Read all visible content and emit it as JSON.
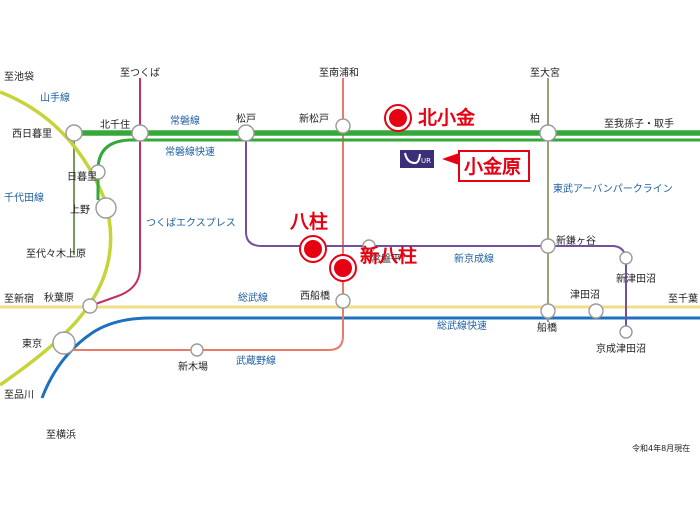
{
  "line_colors": {
    "yamanote": "#c6d43a",
    "joban": "#36a83a",
    "joban_rapid": "#36a83a",
    "tx": "#c03060",
    "musashino": "#e87a6a",
    "chiyoda": "#7a9a5a",
    "keisei": "#7050a0",
    "tobu": "#9aa07a",
    "sobu": "#f2de88",
    "sobu_rapid": "#1f6fc0",
    "highlight": "#e60012"
  },
  "directions": {
    "ikebukuro": "至池袋",
    "tsukuba": "至つくば",
    "minamiurawa": "至南浦和",
    "omiya": "至大宮",
    "abiko": "至我孫子・取手",
    "yoyogiuehara": "至代々木上原",
    "shinjuku": "至新宿",
    "chiba": "至千葉",
    "shinagawa": "至品川",
    "yokohama": "至横浜"
  },
  "stations": {
    "nishinippori": "西日暮里",
    "kitasenju": "北千住",
    "matsudo": "松戸",
    "shinmatsudo": "新松戸",
    "kashiwa": "柏",
    "nippori": "日暮里",
    "ueno": "上野",
    "akihabara": "秋葉原",
    "tokyo": "東京",
    "tokiwadaira": "常盤平",
    "shinkamagaya": "新鎌ヶ谷",
    "shintsudanuma": "新津田沼",
    "tsudanuma": "津田沼",
    "keiseitsudanuma": "京成津田沼",
    "funabashi": "船橋",
    "nishifunabashi": "西船橋",
    "shinkiba": "新木場"
  },
  "lines": {
    "yamanote": "山手線",
    "chiyoda": "千代田線",
    "joban": "常磐線",
    "joban_rapid": "常磐線快速",
    "tx": "つくばエクスプレス",
    "tobu": "東武アーバンパークライン",
    "keisei": "新京成線",
    "sobu": "総武線",
    "musashino": "武蔵野線",
    "sobu_rapid": "総武線快速"
  },
  "highlights": {
    "kitakogane": "北小金",
    "yabashira": "八柱",
    "shinyahashira": "新八柱",
    "kogane_hara": "小金原"
  },
  "logo": {
    "text": "UR"
  },
  "date_note": "令和4年8月現在"
}
